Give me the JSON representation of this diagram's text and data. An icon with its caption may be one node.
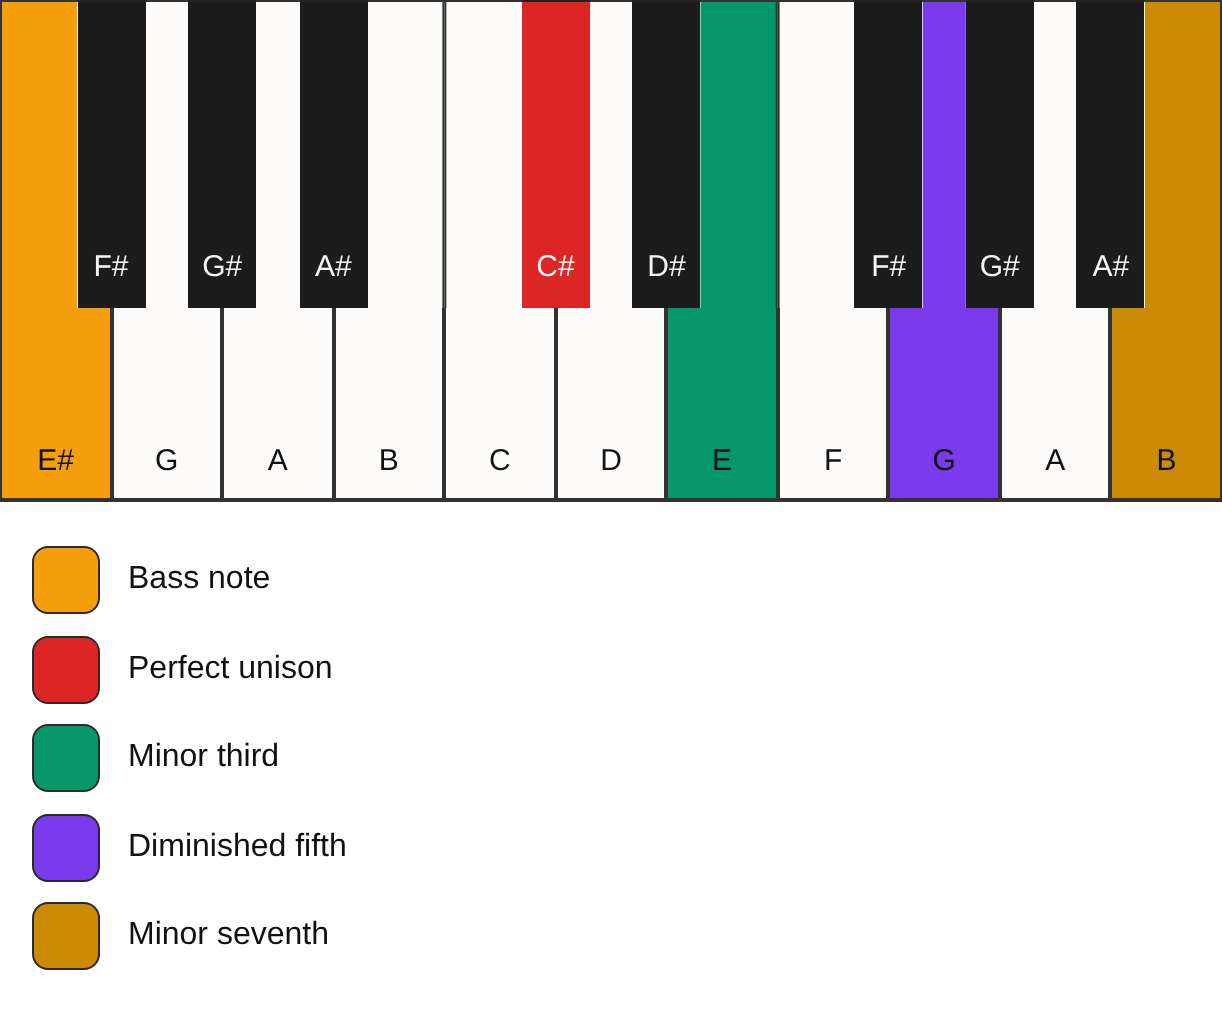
{
  "diagram": {
    "nodes": [
      {
        "text": [
          "E#"
        ]
      },
      {
        "text": [
          "F#"
        ]
      },
      {
        "text": [
          "G"
        ]
      },
      {
        "text": [
          "G#"
        ]
      },
      {
        "text": [
          "A"
        ]
      },
      {
        "text": [
          "A#"
        ]
      },
      {
        "text": [
          "B"
        ]
      },
      {
        "text": [
          "C"
        ]
      },
      {
        "text": [
          "C#"
        ]
      },
      {
        "text": [
          "D"
        ]
      },
      {
        "text": [
          "D#"
        ]
      },
      {
        "text": [
          "E"
        ]
      },
      {
        "text": [
          "F"
        ]
      },
      {
        "text": [
          "F#"
        ]
      },
      {
        "text": [
          "G"
        ]
      },
      {
        "text": [
          "G#"
        ]
      },
      {
        "text": [
          "A"
        ]
      },
      {
        "text": [
          "A#"
        ]
      },
      {
        "text": [
          "B"
        ]
      }
    ],
    "legend": [
      {
        "text": "Bass note",
        "color": "#f59e0b"
      },
      {
        "text": "Perfect unison",
        "color": "#dc2626"
      },
      {
        "text": "Minor third",
        "color": "#059669"
      },
      {
        "text": "Diminished fifth",
        "color": "#7c3aed"
      },
      {
        "text": "Minor seventh",
        "color": "#ca8a04"
      }
    ]
  }
}
